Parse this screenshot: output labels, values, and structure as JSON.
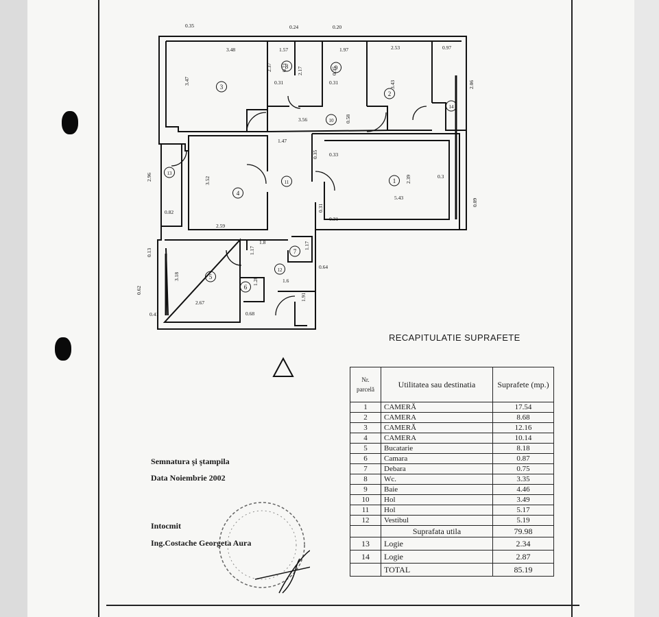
{
  "plan": {
    "dims": [
      "0.35",
      "0.24",
      "0.20",
      "3.48",
      "1.57",
      "1.97",
      "2.53",
      "0.97",
      "3.47",
      "2.37",
      "0.71",
      "0.31",
      "0.31",
      "2.17",
      "0.35",
      "3.43",
      "2.06",
      "3.56",
      "0.58",
      "1.47",
      "0.33",
      "0.35",
      "0.31",
      "2.96",
      "3.52",
      "5.43",
      "2.39",
      "0.82",
      "2.59",
      "0.13",
      "0.31",
      "0.3",
      "0.09",
      "1.8",
      "1.17",
      "1.17",
      "0.64",
      "3.18",
      "1.28",
      "1.6",
      "0.62",
      "2.67",
      "0.68",
      "0.41",
      "1.91"
    ],
    "room_labels": [
      "1",
      "2",
      "3",
      "4",
      "5",
      "6",
      "7",
      "8",
      "9",
      "10",
      "11",
      "12",
      "13",
      "14"
    ]
  },
  "recap": {
    "title": "RECAPITULATIE SUPRAFETE",
    "col_nr": "Nr. parcelă",
    "col_util": "Utilitatea sau destinatia",
    "col_supr": "Suprafete (mp.)",
    "rows": [
      {
        "nr": "1",
        "name": "CAMERĂ",
        "area": "17.54"
      },
      {
        "nr": "2",
        "name": "CAMERA",
        "area": "8.68"
      },
      {
        "nr": "3",
        "name": "CAMERĂ",
        "area": "12.16"
      },
      {
        "nr": "4",
        "name": "CAMERA",
        "area": "10.14"
      },
      {
        "nr": "5",
        "name": "Bucatarie",
        "area": "8.18"
      },
      {
        "nr": "6",
        "name": "Camara",
        "area": "0.87"
      },
      {
        "nr": "7",
        "name": "Debara",
        "area": "0.75"
      },
      {
        "nr": "8",
        "name": "Wc.",
        "area": "3.35"
      },
      {
        "nr": "9",
        "name": "Baie",
        "area": "4.46"
      },
      {
        "nr": "10",
        "name": "Hol",
        "area": "3.49"
      },
      {
        "nr": "11",
        "name": "Hol",
        "area": "5.17"
      },
      {
        "nr": "12",
        "name": "Vestibul",
        "area": "5.19"
      }
    ],
    "util_label": "Suprafata utila",
    "util_value": "79.98",
    "extra": [
      {
        "nr": "13",
        "name": "Logie",
        "area": "2.34"
      },
      {
        "nr": "14",
        "name": "Logie",
        "area": "2.87"
      }
    ],
    "total_label": "TOTAL",
    "total_value": "85.19"
  },
  "signature": {
    "stamp_line": "Semnatura şi ştampila",
    "date_line": "Data Noiembrie 2002",
    "made_by": "Intocmit",
    "engineer": "Ing.Costache Georgeta Aura"
  }
}
